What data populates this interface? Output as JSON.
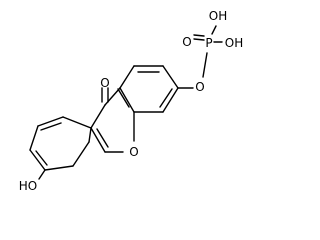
{
  "molecule": {
    "atoms": {
      "oxo": "O",
      "ring_o": "O",
      "ester_o": "O",
      "p": "P",
      "p_oxo": "O",
      "p_oh_top": "OH",
      "p_oh_right": "OH",
      "phenol": "HO"
    },
    "colors": {
      "bond": "#000000",
      "label": "#000000",
      "background": "#ffffff"
    }
  }
}
